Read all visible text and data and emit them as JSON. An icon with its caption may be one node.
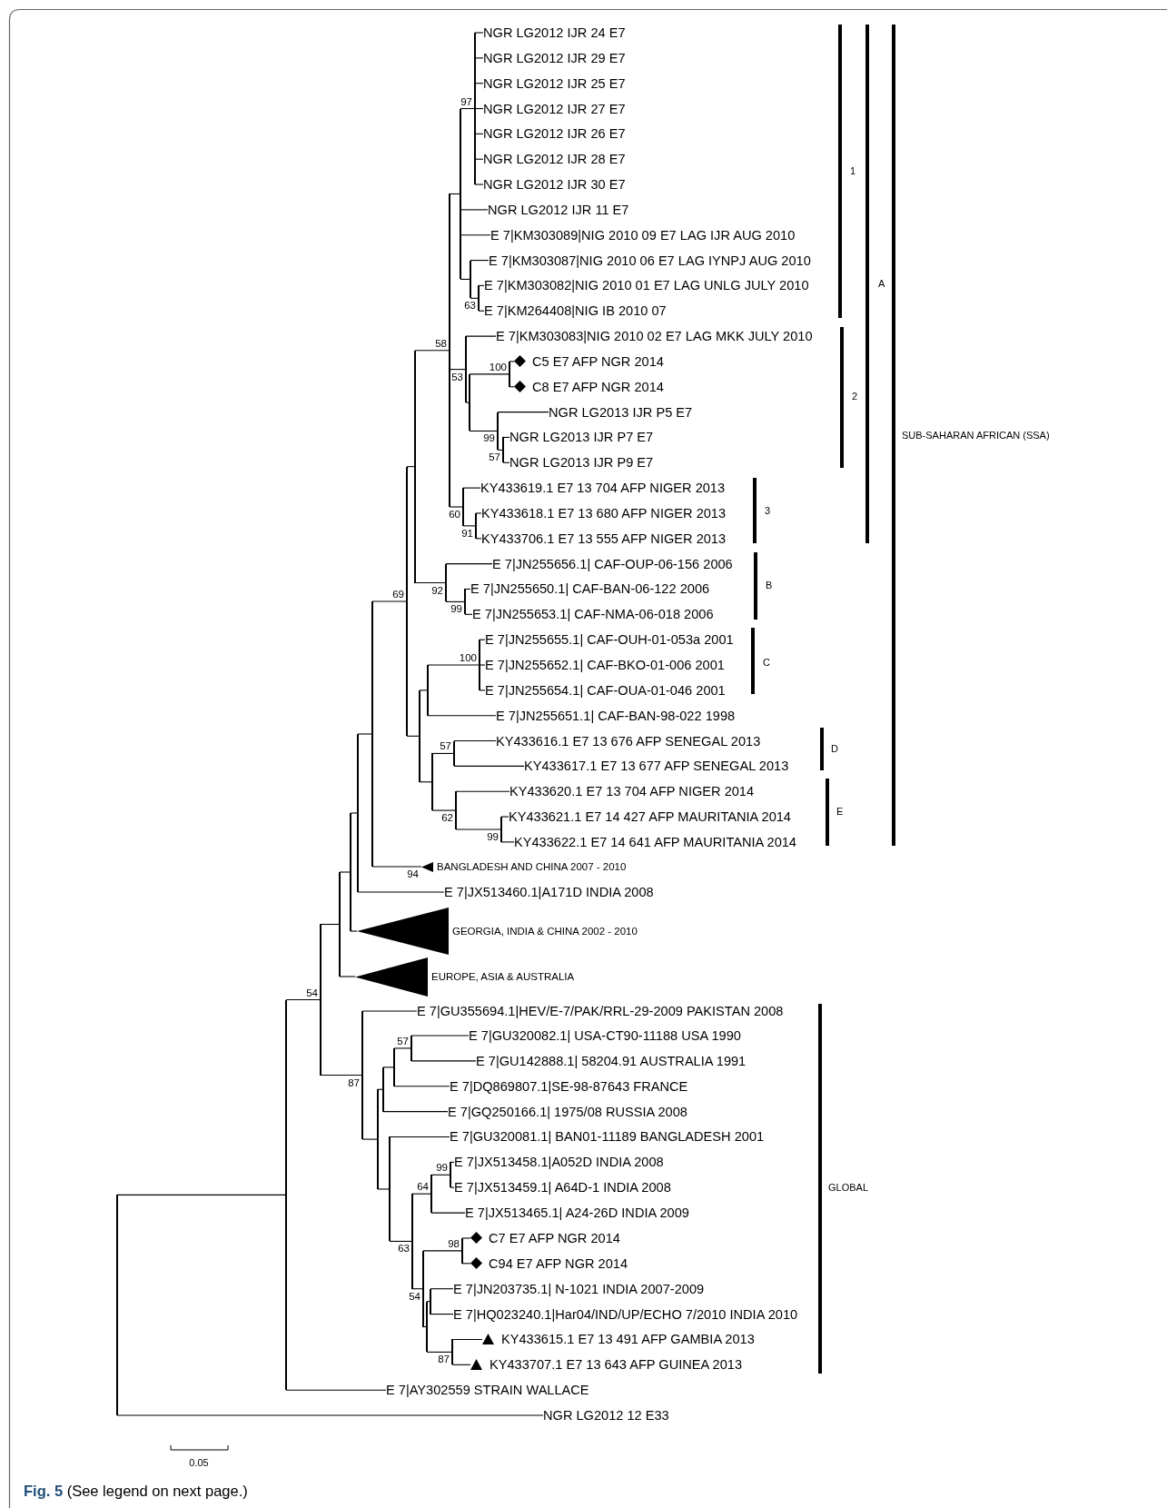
{
  "diagram": {
    "caption": "**Fig. 5** (See legend on next page.)",
    "nodes": [
      {
        "text": [
          "NGR LG2012 IJR 24 E7"
        ]
      },
      {
        "text": [
          "NGR LG2012 IJR 29 E7"
        ]
      },
      {
        "text": [
          "NGR LG2012 IJR 25 E7"
        ]
      },
      {
        "text": [
          "NGR LG2012 IJR 27 E7"
        ]
      },
      {
        "text": [
          "NGR LG2012 IJR 26 E7"
        ]
      },
      {
        "text": [
          "NGR LG2012 IJR 28 E7"
        ]
      },
      {
        "text": [
          "NGR LG2012 IJR 30 E7"
        ]
      },
      {
        "text": [
          "NGR LG2012 IJR 11 E7"
        ]
      },
      {
        "text": [
          "E 7|KM303089|NIG 2010 09 E7 LAG IJR AUG 2010"
        ]
      },
      {
        "text": [
          "E 7|KM303087|NIG 2010 06 E7 LAG IYNPJ AUG 2010"
        ]
      },
      {
        "text": [
          "E 7|KM303082|NIG 2010 01 E7 LAG UNLG JULY 2010"
        ]
      },
      {
        "text": [
          "E 7|KM264408|NIG IB 2010 07"
        ]
      },
      {
        "text": [
          "E 7|KM303083|NIG 2010 02 E7 LAG MKK JULY 2010"
        ]
      },
      {
        "text": [
          "C5 E7 AFP NGR 2014"
        ]
      },
      {
        "text": [
          "C8 E7 AFP NGR 2014"
        ]
      },
      {
        "text": [
          "NGR LG2013 IJR P5 E7"
        ]
      },
      {
        "text": [
          "NGR LG2013 IJR P7 E7"
        ]
      },
      {
        "text": [
          "NGR LG2013 IJR P9 E7"
        ]
      },
      {
        "text": [
          "KY433619.1 E7 13 704 AFP NIGER 2013"
        ]
      },
      {
        "text": [
          "KY433618.1 E7 13 680 AFP NIGER 2013"
        ]
      },
      {
        "text": [
          "KY433706.1 E7 13 555 AFP NIGER 2013"
        ]
      },
      {
        "text": [
          "E 7|JN255656.1| CAF-OUP-06-156 2006"
        ]
      },
      {
        "text": [
          "E 7|JN255650.1| CAF-BAN-06-122 2006"
        ]
      },
      {
        "text": [
          "E 7|JN255653.1| CAF-NMA-06-018 2006"
        ]
      },
      {
        "text": [
          "E 7|JN255655.1| CAF-OUH-01-053a 2001"
        ]
      },
      {
        "text": [
          "E 7|JN255652.1| CAF-BKO-01-006 2001"
        ]
      },
      {
        "text": [
          "E 7|JN255654.1| CAF-OUA-01-046 2001"
        ]
      },
      {
        "text": [
          "E 7|JN255651.1| CAF-BAN-98-022 1998"
        ]
      },
      {
        "text": [
          "KY433616.1 E7 13 676 AFP SENEGAL 2013"
        ]
      },
      {
        "text": [
          "KY433617.1 E7 13 677 AFP SENEGAL 2013"
        ]
      },
      {
        "text": [
          "KY433620.1 E7 13 704 AFP NIGER 2014"
        ]
      },
      {
        "text": [
          "KY433621.1 E7 14 427 AFP MAURITANIA 2014"
        ]
      },
      {
        "text": [
          "KY433622.1 E7 14 641 AFP MAURITANIA 2014"
        ]
      },
      {
        "text": [
          "BANGLADESH AND CHINA 2007 - 2010"
        ],
        "beside": [
          "94"
        ]
      },
      {
        "text": [
          "E 7|JX513460.1|A171D INDIA 2008"
        ]
      },
      {
        "text": [
          "GEORGIA, INDIA & CHINA 2002 - 2010"
        ]
      },
      {
        "text": [
          "EUROPE, ASIA & AUSTRALIA"
        ]
      },
      {
        "text": [
          "E 7|GU355694.1|HEV/E-7/PAK/RRL-29-2009 PAKISTAN 2008"
        ]
      },
      {
        "text": [
          "E 7|GU320082.1| USA-CT90-11188 USA 1990"
        ]
      },
      {
        "text": [
          "E 7|GU142888.1| 58204.91 AUSTRALIA 1991"
        ]
      },
      {
        "text": [
          "E 7|DQ869807.1|SE-98-87643 FRANCE"
        ]
      },
      {
        "text": [
          "E 7|GQ250166.1| 1975/08 RUSSIA 2008"
        ]
      },
      {
        "text": [
          "E 7|GU320081.1| BAN01-11189 BANGLADESH 2001"
        ]
      },
      {
        "text": [
          "E 7|JX513458.1|A052D INDIA 2008"
        ]
      },
      {
        "text": [
          "E 7|JX513459.1| A64D-1 INDIA 2008"
        ]
      },
      {
        "text": [
          "E 7|JX513465.1| A24-26D INDIA 2009"
        ]
      },
      {
        "text": [
          "C7 E7 AFP NGR 2014"
        ]
      },
      {
        "text": [
          "C94 E7 AFP NGR 2014"
        ]
      },
      {
        "text": [
          "E 7|JN203735.1| N-1021 INDIA 2007-2009"
        ]
      },
      {
        "text": [
          "E 7|HQ023240.1|Har04/IND/UP/ECHO 7/2010 INDIA 2010"
        ]
      },
      {
        "text": [
          "KY433615.1 E7 13 491 AFP GAMBIA 2013"
        ]
      },
      {
        "text": [
          "KY433707.1 E7 13 643 AFP GUINEA 2013"
        ]
      },
      {
        "text": [
          "E 7|AY302559 STRAIN WALLACE"
        ]
      },
      {
        "text": [
          "NGR LG2012 12 E33"
        ]
      },
      {
        "text": [],
        "shape": "bar"
      },
      {
        "text": [],
        "shape": "bar"
      },
      {
        "text": [],
        "shape": "bar",
        "beside": [
          "54"
        ]
      },
      {
        "text": [],
        "shape": "bar"
      },
      {
        "text": [],
        "shape": "bar"
      },
      {
        "text": [],
        "shape": "bar"
      },
      {
        "text": [],
        "shape": "bar"
      },
      {
        "text": [],
        "shape": "bar",
        "beside": [
          "69"
        ]
      },
      {
        "text": [],
        "shape": "bar"
      },
      {
        "text": [],
        "shape": "bar",
        "beside": [
          "58"
        ]
      },
      {
        "text": [],
        "shape": "bar"
      },
      {
        "text": [],
        "shape": "bar",
        "beside": [
          "97"
        ]
      },
      {
        "text": [],
        "shape": "bar"
      },
      {
        "text": [],
        "shape": "bar",
        "beside": [
          "63"
        ]
      },
      {
        "text": [],
        "shape": "bar",
        "beside": [
          "53"
        ]
      },
      {
        "text": [],
        "shape": "bar"
      },
      {
        "text": [],
        "shape": "bar",
        "beside": [
          "100"
        ]
      },
      {
        "text": [],
        "shape": "bar",
        "beside": [
          "99"
        ]
      },
      {
        "text": [],
        "shape": "bar",
        "beside": [
          "57"
        ]
      },
      {
        "text": [],
        "shape": "bar",
        "beside": [
          "60"
        ]
      },
      {
        "text": [],
        "shape": "bar",
        "beside": [
          "91"
        ]
      },
      {
        "text": [],
        "shape": "bar",
        "beside": [
          "92"
        ]
      },
      {
        "text": [],
        "shape": "bar",
        "beside": [
          "99"
        ]
      },
      {
        "text": [],
        "shape": "bar"
      },
      {
        "text": [],
        "shape": "bar"
      },
      {
        "text": [],
        "shape": "bar",
        "beside": [
          "100"
        ]
      },
      {
        "text": [],
        "shape": "bar"
      },
      {
        "text": [],
        "shape": "bar",
        "beside": [
          "57"
        ]
      },
      {
        "text": [],
        "shape": "bar",
        "beside": [
          "62"
        ]
      },
      {
        "text": [],
        "shape": "bar",
        "beside": [
          "99"
        ]
      },
      {
        "text": [],
        "shape": "bar",
        "beside": [
          "87"
        ]
      },
      {
        "text": [],
        "shape": "bar"
      },
      {
        "text": [],
        "shape": "bar"
      },
      {
        "text": [],
        "shape": "bar"
      },
      {
        "text": [],
        "shape": "bar",
        "beside": [
          "57"
        ]
      },
      {
        "text": [],
        "shape": "bar"
      },
      {
        "text": [],
        "shape": "bar",
        "beside": [
          "63"
        ]
      },
      {
        "text": [],
        "shape": "bar",
        "beside": [
          "64"
        ]
      },
      {
        "text": [],
        "shape": "bar",
        "beside": [
          "99"
        ]
      },
      {
        "text": [],
        "shape": "bar",
        "beside": [
          "54"
        ]
      },
      {
        "text": [],
        "shape": "bar",
        "beside": [
          "98"
        ]
      },
      {
        "text": [],
        "shape": "bar"
      },
      {
        "text": [],
        "shape": "bar"
      },
      {
        "text": [],
        "shape": "bar",
        "beside": [
          "87"
        ]
      }
    ],
    "edges": [
      {
        "from": 54,
        "to": 55,
        "arrow": "none"
      },
      {
        "from": 54,
        "to": 53,
        "arrow": "none"
      },
      {
        "from": 55,
        "to": 56,
        "arrow": "none"
      },
      {
        "from": 55,
        "to": 52,
        "arrow": "none"
      },
      {
        "from": 56,
        "to": 57,
        "arrow": "none"
      },
      {
        "from": 56,
        "to": 84,
        "arrow": "none"
      },
      {
        "from": 57,
        "to": 58,
        "arrow": "none"
      },
      {
        "from": 57,
        "to": 36,
        "arrow": "none"
      },
      {
        "from": 58,
        "to": 59,
        "arrow": "none"
      },
      {
        "from": 58,
        "to": 35,
        "arrow": "none"
      },
      {
        "from": 59,
        "to": 60,
        "arrow": "none"
      },
      {
        "from": 59,
        "to": 34,
        "arrow": "none"
      },
      {
        "from": 60,
        "to": 61,
        "arrow": "none"
      },
      {
        "from": 60,
        "to": 33,
        "arrow": "none"
      },
      {
        "from": 61,
        "to": 62,
        "arrow": "none"
      },
      {
        "from": 61,
        "to": 77,
        "arrow": "none"
      },
      {
        "from": 62,
        "to": 63,
        "arrow": "none"
      },
      {
        "from": 62,
        "to": 75,
        "arrow": "none"
      },
      {
        "from": 63,
        "to": 64,
        "arrow": "none"
      },
      {
        "from": 63,
        "to": 68,
        "arrow": "none"
      },
      {
        "from": 63,
        "to": 73,
        "arrow": "none"
      },
      {
        "from": 64,
        "to": 65,
        "arrow": "none"
      },
      {
        "from": 64,
        "to": 7,
        "arrow": "none"
      },
      {
        "from": 64,
        "to": 8,
        "arrow": "none"
      },
      {
        "from": 64,
        "to": 66,
        "arrow": "none"
      },
      {
        "from": 65,
        "to": 0,
        "arrow": "none"
      },
      {
        "from": 65,
        "to": 1,
        "arrow": "none"
      },
      {
        "from": 65,
        "to": 2,
        "arrow": "none"
      },
      {
        "from": 65,
        "to": 3,
        "arrow": "none"
      },
      {
        "from": 65,
        "to": 4,
        "arrow": "none"
      },
      {
        "from": 65,
        "to": 5,
        "arrow": "none"
      },
      {
        "from": 65,
        "to": 6,
        "arrow": "none"
      },
      {
        "from": 66,
        "to": 9,
        "arrow": "none"
      },
      {
        "from": 66,
        "to": 67,
        "arrow": "none"
      },
      {
        "from": 67,
        "to": 10,
        "arrow": "none"
      },
      {
        "from": 67,
        "to": 11,
        "arrow": "none"
      },
      {
        "from": 68,
        "to": 12,
        "arrow": "none"
      },
      {
        "from": 68,
        "to": 69,
        "arrow": "none"
      },
      {
        "from": 69,
        "to": 70,
        "arrow": "none"
      },
      {
        "from": 69,
        "to": 71,
        "arrow": "none"
      },
      {
        "from": 70,
        "to": 13,
        "arrow": "none"
      },
      {
        "from": 70,
        "to": 14,
        "arrow": "none"
      },
      {
        "from": 71,
        "to": 15,
        "arrow": "none"
      },
      {
        "from": 71,
        "to": 72,
        "arrow": "none"
      },
      {
        "from": 72,
        "to": 16,
        "arrow": "none"
      },
      {
        "from": 72,
        "to": 17,
        "arrow": "none"
      },
      {
        "from": 73,
        "to": 18,
        "arrow": "none"
      },
      {
        "from": 73,
        "to": 74,
        "arrow": "none"
      },
      {
        "from": 74,
        "to": 19,
        "arrow": "none"
      },
      {
        "from": 74,
        "to": 20,
        "arrow": "none"
      },
      {
        "from": 75,
        "to": 21,
        "arrow": "none"
      },
      {
        "from": 75,
        "to": 76,
        "arrow": "none"
      },
      {
        "from": 76,
        "to": 22,
        "arrow": "none"
      },
      {
        "from": 76,
        "to": 23,
        "arrow": "none"
      },
      {
        "from": 77,
        "to": 78,
        "arrow": "none"
      },
      {
        "from": 77,
        "to": 80,
        "arrow": "none"
      },
      {
        "from": 78,
        "to": 79,
        "arrow": "none"
      },
      {
        "from": 78,
        "to": 27,
        "arrow": "none"
      },
      {
        "from": 79,
        "to": 24,
        "arrow": "none"
      },
      {
        "from": 79,
        "to": 25,
        "arrow": "none"
      },
      {
        "from": 79,
        "to": 26,
        "arrow": "none"
      },
      {
        "from": 80,
        "to": 81,
        "arrow": "none"
      },
      {
        "from": 80,
        "to": 82,
        "arrow": "none"
      },
      {
        "from": 81,
        "to": 28,
        "arrow": "none"
      },
      {
        "from": 81,
        "to": 29,
        "arrow": "none"
      },
      {
        "from": 82,
        "to": 30,
        "arrow": "none"
      },
      {
        "from": 82,
        "to": 83,
        "arrow": "none"
      },
      {
        "from": 83,
        "to": 31,
        "arrow": "none"
      },
      {
        "from": 83,
        "to": 32,
        "arrow": "none"
      },
      {
        "from": 84,
        "to": 37,
        "arrow": "none"
      },
      {
        "from": 84,
        "to": 85,
        "arrow": "none"
      },
      {
        "from": 85,
        "to": 86,
        "arrow": "none"
      },
      {
        "from": 85,
        "to": 89,
        "arrow": "none"
      },
      {
        "from": 86,
        "to": 87,
        "arrow": "none"
      },
      {
        "from": 86,
        "to": 41,
        "arrow": "none"
      },
      {
        "from": 87,
        "to": 88,
        "arrow": "none"
      },
      {
        "from": 87,
        "to": 40,
        "arrow": "none"
      },
      {
        "from": 88,
        "to": 38,
        "arrow": "none"
      },
      {
        "from": 88,
        "to": 39,
        "arrow": "none"
      },
      {
        "from": 89,
        "to": 42,
        "arrow": "none"
      },
      {
        "from": 89,
        "to": 90,
        "arrow": "none"
      },
      {
        "from": 90,
        "to": 91,
        "arrow": "none"
      },
      {
        "from": 90,
        "to": 93,
        "arrow": "none"
      },
      {
        "from": 91,
        "to": 92,
        "arrow": "none"
      },
      {
        "from": 91,
        "to": 45,
        "arrow": "none"
      },
      {
        "from": 92,
        "to": 43,
        "arrow": "none"
      },
      {
        "from": 92,
        "to": 44,
        "arrow": "none"
      },
      {
        "from": 93,
        "to": 94,
        "arrow": "none"
      },
      {
        "from": 93,
        "to": 95,
        "arrow": "none"
      },
      {
        "from": 94,
        "to": 46,
        "arrow": "none"
      },
      {
        "from": 94,
        "to": 47,
        "arrow": "none"
      },
      {
        "from": 95,
        "to": 96,
        "arrow": "none"
      },
      {
        "from": 95,
        "to": 97,
        "arrow": "none"
      },
      {
        "from": 96,
        "to": 48,
        "arrow": "none"
      },
      {
        "from": 96,
        "to": 49,
        "arrow": "none"
      },
      {
        "from": 97,
        "to": 50,
        "arrow": "none"
      },
      {
        "from": 97,
        "to": 51,
        "arrow": "none"
      }
    ],
    "labels": [
      "1",
      "A",
      "2",
      "SUB-SAHARAN AFRICAN (SSA)",
      "3",
      "B",
      "C",
      "D",
      "E",
      "GLOBAL",
      "0.05"
    ]
  }
}
